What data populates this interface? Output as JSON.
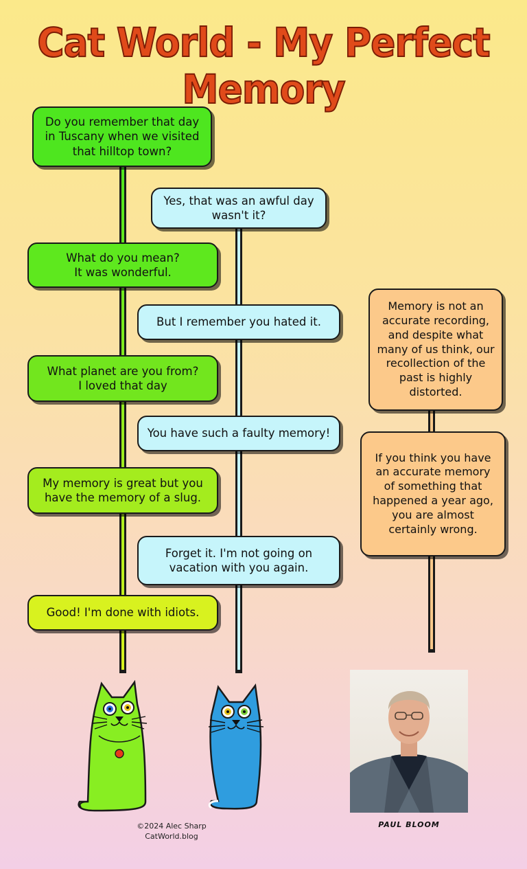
{
  "title": "Cat World - My Perfect Memory",
  "colors": {
    "green_bubble_top": "#4ee61f",
    "green_bubble_mid": "#7ce51e",
    "yellow_bubble": "#d8f21f",
    "blue_bubble": "#c6f5fb",
    "orange_bubble": "#fcc98a",
    "title": "#e04a1a"
  },
  "green_cat_lines": [
    "Do you remember that day\nin Tuscany when we visited\nthat hilltop town?",
    "What do you mean?\nIt was wonderful.",
    "What planet are you from?\nI loved that day",
    "My memory is great but you\nhave the memory of a slug.",
    "Good! I'm done with idiots."
  ],
  "blue_cat_lines": [
    "Yes, that was an awful day\nwasn't it?",
    "But I remember you hated it.",
    "You have such a faulty memory!",
    "Forget it. I'm not going on\nvacation with you again."
  ],
  "expert_lines": [
    "Memory is not an\naccurate recording,\nand despite what\nmany of us think, our\nrecollection of the\npast is highly\ndistorted.",
    "If you think you have\nan accurate memory\nof something that\nhappened a year ago,\nyou are almost\ncertainly wrong."
  ],
  "credit": "©2024 Alec Sharp\nCatWorld.blog",
  "photo_caption": "PAUL BLOOM"
}
